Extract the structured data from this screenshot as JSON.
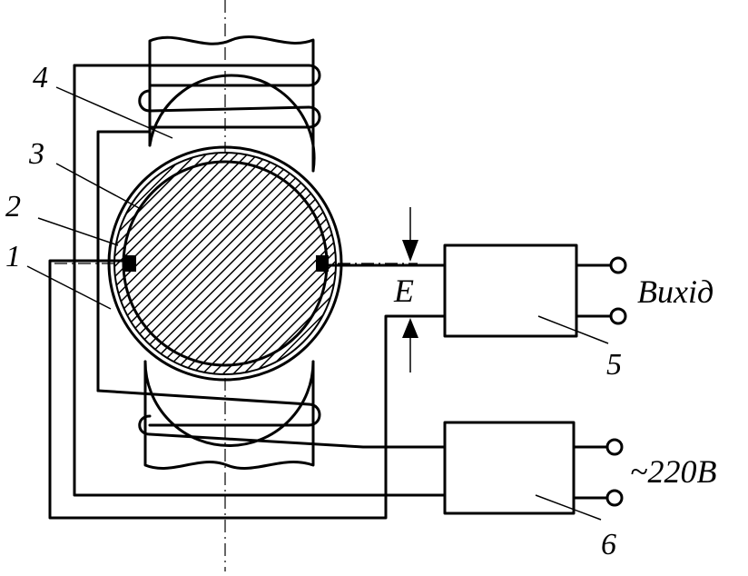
{
  "diagram": {
    "numbers": {
      "n1": "1",
      "n2": "2",
      "n3": "3",
      "n4": "4",
      "n5": "5",
      "n6": "6"
    },
    "labels": {
      "gap": "E",
      "output": "Вихід",
      "supply": "~220В"
    }
  }
}
